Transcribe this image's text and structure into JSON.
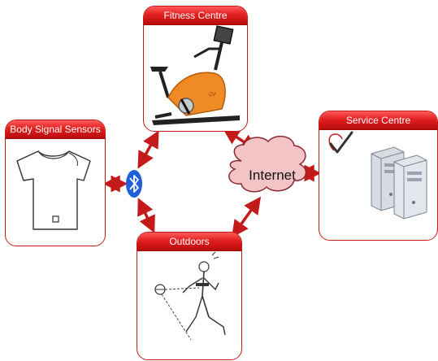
{
  "nodes": {
    "fitness": {
      "title": "Fitness Centre"
    },
    "sensors": {
      "title": "Body Signal Sensors"
    },
    "service": {
      "title": "Service Centre"
    },
    "outdoors": {
      "title": "Outdoors"
    },
    "internet": {
      "label": "Internet"
    }
  },
  "colors": {
    "accent": "#c41a1a",
    "header_top": "#ff5a5a",
    "header_bottom": "#b80c0c",
    "cloud_fill": "#f2c4c6",
    "bluetooth": "#1f5fd8",
    "bike_orange": "#f08a24"
  },
  "icons": [
    "bluetooth-icon",
    "exercise-bike-icon",
    "tshirt-sensor-icon",
    "server-icon",
    "checkmark-heart-icon",
    "runner-icon"
  ]
}
